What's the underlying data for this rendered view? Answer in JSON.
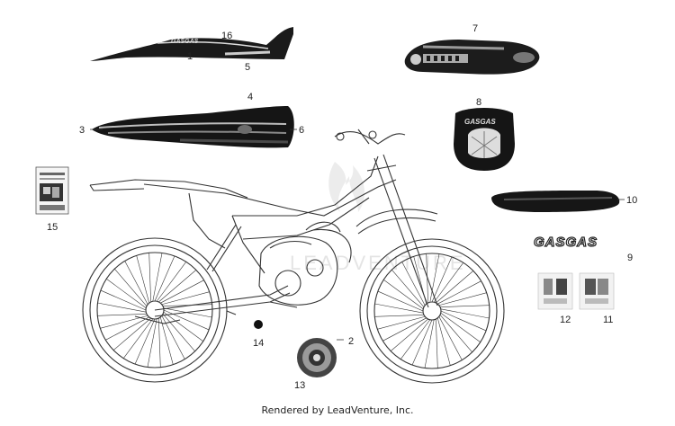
{
  "diagram": {
    "callouts": {
      "p1": "1",
      "p2": "2",
      "p3": "3",
      "p4": "4",
      "p5": "5",
      "p6": "6",
      "p7": "7",
      "p8": "8",
      "p9": "9",
      "p10": "10",
      "p11": "11",
      "p12": "12",
      "p13": "13",
      "p14": "14",
      "p15": "15",
      "p16": "16"
    },
    "brand_text": "GASGAS",
    "watermark": "LEADVENTURE",
    "footer": "Rendered by LeadVenture, Inc."
  },
  "colors": {
    "line": "#222222",
    "dark": "#111111",
    "gray": "#9a9a9a",
    "light": "#d8d8d8"
  }
}
